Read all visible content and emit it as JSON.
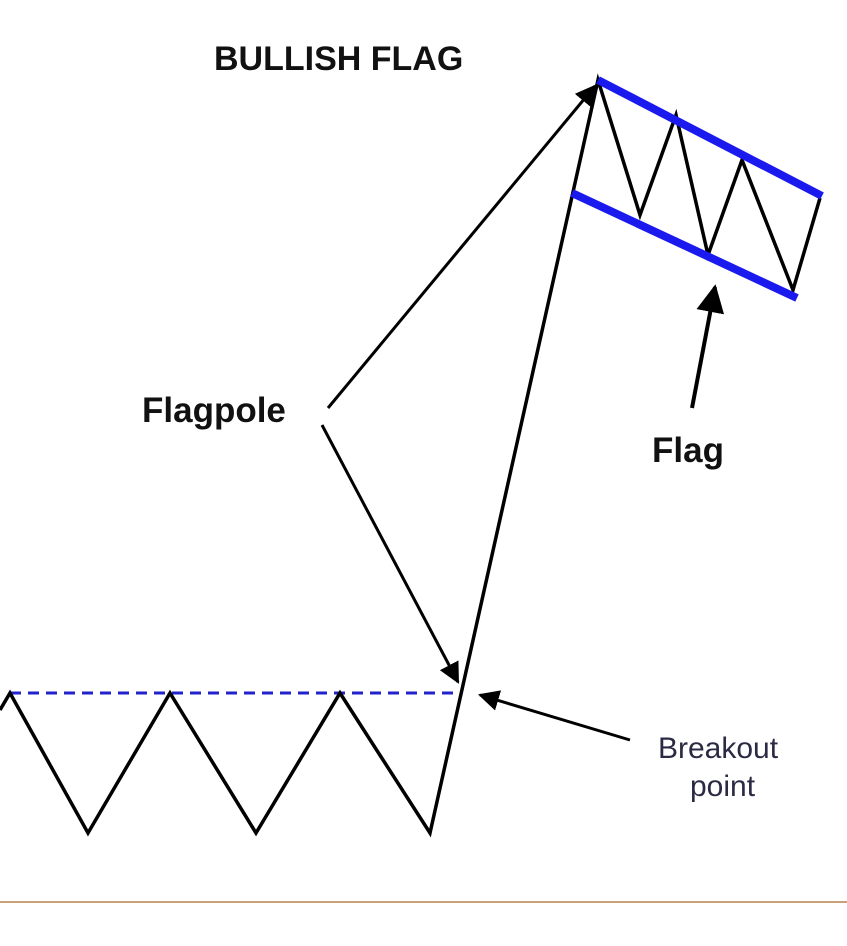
{
  "title": "BULLISH FLAG",
  "labels": {
    "flagpole": "Flagpole",
    "flag": "Flag",
    "breakout_line1": "Breakout",
    "breakout_line2": "point"
  },
  "colors": {
    "price_line": "#000000",
    "flag_channel": "#1a1aee",
    "resistance_dashed": "#2222cc",
    "footer_rule": "#c9a27a"
  }
}
